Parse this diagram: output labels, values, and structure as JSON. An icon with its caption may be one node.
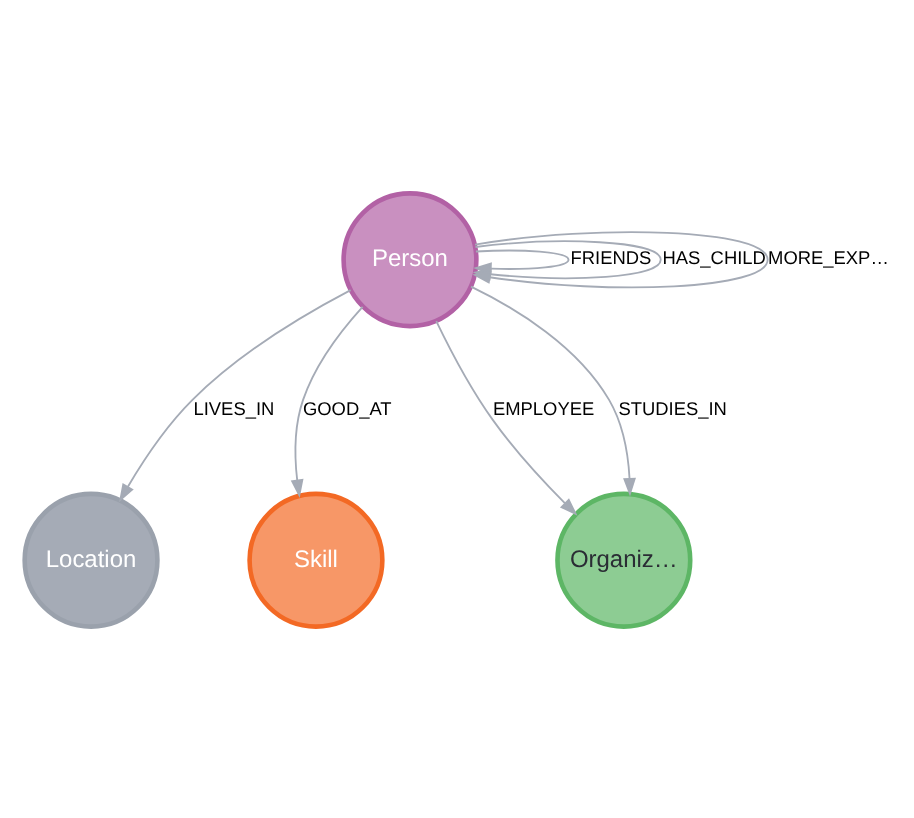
{
  "diagram": {
    "nodes": [
      {
        "text": [
          "Person"
        ]
      },
      {
        "text": [
          "Organiz…"
        ]
      },
      {
        "text": [
          "Location"
        ]
      },
      {
        "text": [
          "Skill"
        ]
      }
    ],
    "edges": [
      {
        "from": 0,
        "to": 0,
        "label": "FRIENDS",
        "arrow": "to"
      },
      {
        "from": 0,
        "to": 0,
        "label": "HAS_CHILD",
        "arrow": "to"
      },
      {
        "from": 0,
        "to": 0,
        "label": "MORE_EXP…",
        "arrow": "to"
      },
      {
        "from": 0,
        "to": 1,
        "label": "EMPLOYEE",
        "arrow": "to"
      },
      {
        "from": 0,
        "to": 1,
        "label": "STUDIES_IN",
        "arrow": "to"
      },
      {
        "from": 0,
        "to": 2,
        "label": "LIVES_IN",
        "arrow": "to"
      },
      {
        "from": 0,
        "to": 3,
        "label": "GOOD_AT",
        "arrow": "to"
      }
    ]
  }
}
